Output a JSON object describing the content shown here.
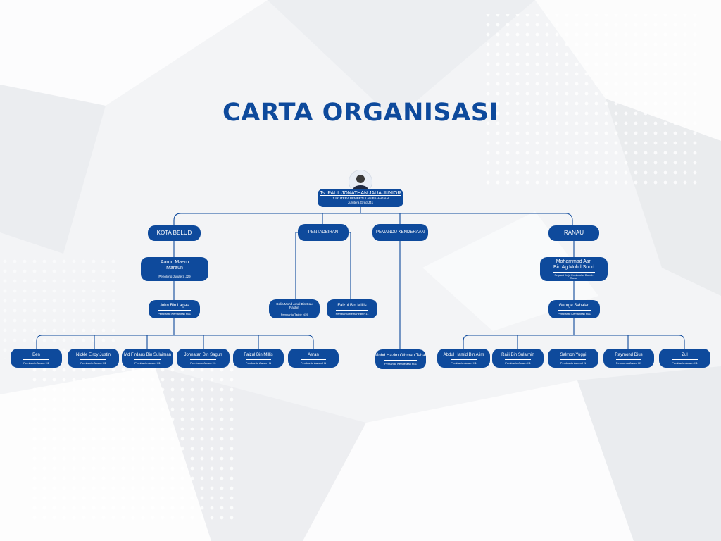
{
  "title": "CARTA ORGANISASI",
  "colors": {
    "primary": "#0e4a9c",
    "background": "#f4f5f7",
    "line": "#0e4a9c"
  },
  "head": {
    "name": "Ts. PAUL JONATHAN JAUA JUNIOR",
    "unit": "JURUTERA PEMBETULAN BAHAGIAN",
    "role": "Jurutera Gred J41",
    "photo_icon": "person-photo"
  },
  "branches": {
    "kota_belud": "KOTA BELUD",
    "pentadbiran": "PENTADBIRAN",
    "pemandu": "PEMANDU KENDERAAN",
    "ranau": "RANAU"
  },
  "kota_belud": {
    "lead": {
      "name": "Aaron Maero Maraun",
      "role": "Penolong Jurutera J29"
    },
    "sub": {
      "name": "John Bin Lagas",
      "role": "Pembantu Kemahiran H11"
    },
    "staff": [
      {
        "name": "Ben",
        "role": "Pembantu Awam H1"
      },
      {
        "name": "Nickle Elroy Justin",
        "role": "Pembantu Awam H1"
      },
      {
        "name": "Md Firdaus Bin Sulaiman",
        "role": "Pembantu Awam H1"
      },
      {
        "name": "Johnatan Bin Sagun",
        "role": "Pembantu Awam H1"
      },
      {
        "name": "Faizul Bin Millis",
        "role": "Pembantu Awam H1"
      },
      {
        "name": "Asran",
        "role": "Pembantu Awam H1"
      }
    ]
  },
  "pentadbiran": {
    "staff": [
      {
        "name": "Dalia Mohd Amal Bin Dau Rashin",
        "role": "Pembantu Tadbir N19"
      },
      {
        "name": "Faizul Bin Millis",
        "role": "Pembantu Kemahiran H11"
      }
    ]
  },
  "pemandu": {
    "staff": [
      {
        "name": "Mohd Hazim Othman Tahar",
        "role": "Pemandu Kenderaan H11"
      }
    ]
  },
  "ranau": {
    "lead": {
      "name1": "Mohammad Asri",
      "name2": "Bin Ag Mohd Suud",
      "role": "Pegawai Kerja Pembetulan Daerah Ranau"
    },
    "sub": {
      "name": "George Sahalan",
      "role": "Pembantu Kemahiran H11"
    },
    "staff": [
      {
        "name": "Abdul Hamid Bin Alim",
        "role": "Pembantu Awam H1"
      },
      {
        "name": "Raili Bin Sulaimin",
        "role": "Pembantu Awam H1"
      },
      {
        "name": "Salmon Yuggi",
        "role": "Pembantu Awam H1"
      },
      {
        "name": "Raymond Dius",
        "role": "Pembantu Awam H1"
      },
      {
        "name": "Zul",
        "role": "Pembantu Awam H1"
      }
    ]
  }
}
